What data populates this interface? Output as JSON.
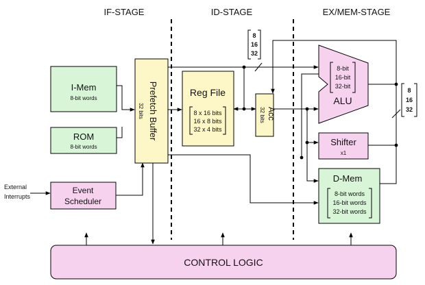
{
  "stages": {
    "if": "IF-STAGE",
    "id": "ID-STAGE",
    "exmem": "EX/MEM-STAGE"
  },
  "imem": {
    "title": "I-Mem",
    "sub": "8-bit words"
  },
  "rom": {
    "title": "ROM",
    "sub": "8-bit words"
  },
  "prefetch": {
    "title": "Prefetch Buffer",
    "sub": "32 bits"
  },
  "event": {
    "line1": "Event",
    "line2": "Scheduler",
    "ext1": "External",
    "ext2": "Interrupts"
  },
  "regfile": {
    "title": "Reg File",
    "configs": [
      "8 x 16 bits",
      "16 x 8 bits",
      "32 x 4 bits"
    ]
  },
  "acc": {
    "title": "Acc",
    "sub": "32 bits"
  },
  "alu": {
    "title": "ALU",
    "widths": [
      "8-bit",
      "16-bit",
      "32-bit"
    ]
  },
  "shifter": {
    "title": "Shifter",
    "sub": "x1"
  },
  "dmem": {
    "title": "D-Mem",
    "words": [
      "8-bit words",
      "16-bit words",
      "32-bit words"
    ]
  },
  "bus_width_top": [
    "8",
    "16",
    "32"
  ],
  "bus_width_right": [
    "8",
    "16",
    "32"
  ],
  "control": {
    "title": "CONTROL LOGIC"
  },
  "colors": {
    "green": "#d8f5d8",
    "yellow": "#fdf6c6",
    "pink": "#f7d2ef"
  }
}
